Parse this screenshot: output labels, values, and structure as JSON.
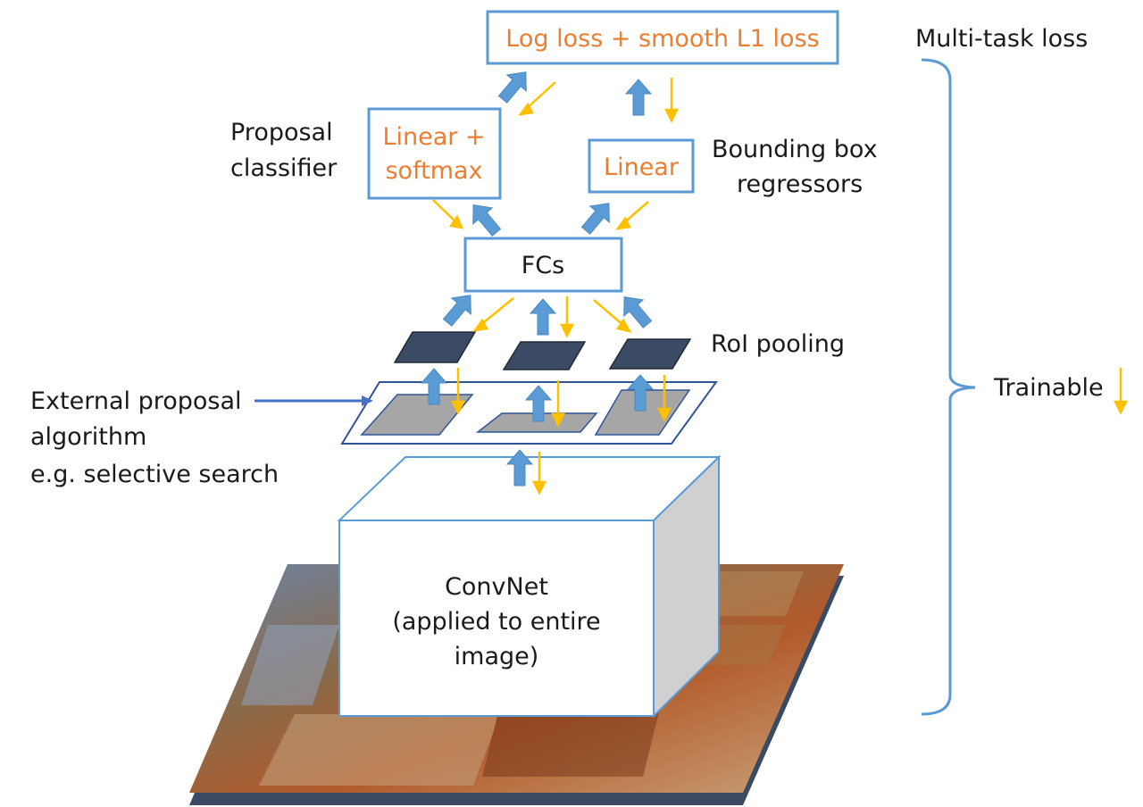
{
  "labels": {
    "loss_box": "Log loss + smooth L1 loss",
    "multitask_loss": "Multi-task loss",
    "proposal_classifier_line1": "Proposal",
    "proposal_classifier_line2": "classifier",
    "linear_softmax_line1": "Linear +",
    "linear_softmax_line2": "softmax",
    "linear": "Linear",
    "bbox_regressors_line1": "Bounding box",
    "bbox_regressors_line2": "regressors",
    "fcs": "FCs",
    "roi_pooling": "RoI pooling",
    "external_line1": "External proposal",
    "external_line2": "algorithm",
    "external_line3": "e.g. selective search",
    "trainable": "Trainable",
    "convnet_line1": "ConvNet",
    "convnet_line2": "(applied to entire",
    "convnet_line3": "image)"
  },
  "colors": {
    "box_border": "#5B9BD5",
    "blue_arrow": "#5B9BD5",
    "yellow_arrow": "#FFC000",
    "orange_text": "#ED7D31",
    "roi_square": "#3B4B63",
    "proposal_region": "#A6A6A6",
    "cube_side": "#D0D0D0"
  }
}
